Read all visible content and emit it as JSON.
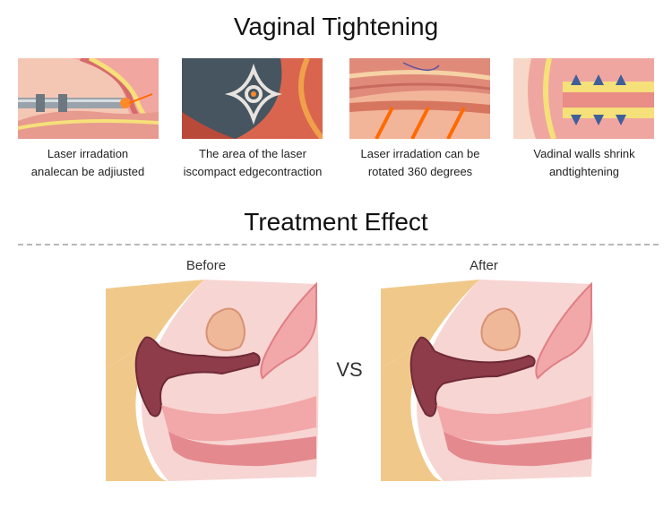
{
  "header": {
    "title": "Vaginal Tightening"
  },
  "steps": [
    {
      "line1": "Laser irradation",
      "line2": "analecan be adjiusted",
      "icon": "laser-probe-image"
    },
    {
      "line1": "The area of the laser",
      "line2": "iscompact edgecontraction",
      "icon": "laser-area-image"
    },
    {
      "line1": "Laser irradation can be",
      "line2": "rotated 360 degrees",
      "icon": "tissue-laser-image"
    },
    {
      "line1": "Vadinal walls shrink",
      "line2": "andtightening",
      "icon": "wall-shrink-image"
    }
  ],
  "effect": {
    "title": "Treatment Effect",
    "before_label": "Before",
    "after_label": "After",
    "vs_label": "VS"
  },
  "colors": {
    "skin": "#f0c98a",
    "tissue_pink": "#f2a7a9",
    "tissue_dark": "#8e3b4a",
    "light_pink": "#f7d5d2",
    "laser_orange": "#ff7a1a"
  }
}
